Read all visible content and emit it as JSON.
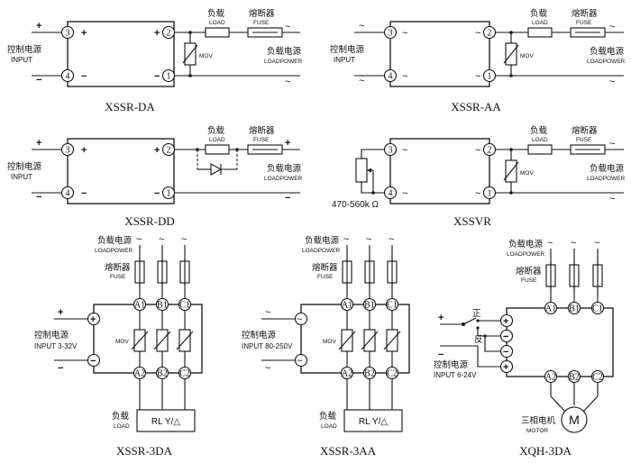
{
  "labels": {
    "control_power_cn": "控制电源",
    "input_en": "INPUT",
    "load_cn": "负载",
    "load_en": "LOAD",
    "fuse_cn": "熔断器",
    "fuse_en": "FUSE",
    "load_power_cn": "负载电源",
    "load_power_en": "LOADPOWER",
    "mov": "MOV",
    "plus": "+",
    "minus": "−",
    "tilde": "~",
    "pot_range": "470-560k Ω",
    "input_3_32": "INPUT 3-32V",
    "input_80_250": "INPUT 80-250V",
    "input_6_24": "INPUT 6-24V",
    "rl_y_delta": "RL Y/△",
    "forward": "正",
    "reverse": "反",
    "motor_cn": "三相电机",
    "motor_en": "MOTOR",
    "motor_symbol": "M"
  },
  "terminals": {
    "t1": "1",
    "t2": "2",
    "t3": "3",
    "t4": "4",
    "a1": "A1",
    "b1": "B1",
    "c1": "C1",
    "a2": "A2",
    "b2": "B2",
    "c2": "C2"
  },
  "captions": {
    "xssr_da": "XSSR-DA",
    "xssr_aa": "XSSR-AA",
    "xssr_dd": "XSSR-DD",
    "xssvr": "XSSVR",
    "xssr_3da": "XSSR-3DA",
    "xssr_3aa": "XSSR-3AA",
    "xqh_3da": "XQH-3DA"
  }
}
